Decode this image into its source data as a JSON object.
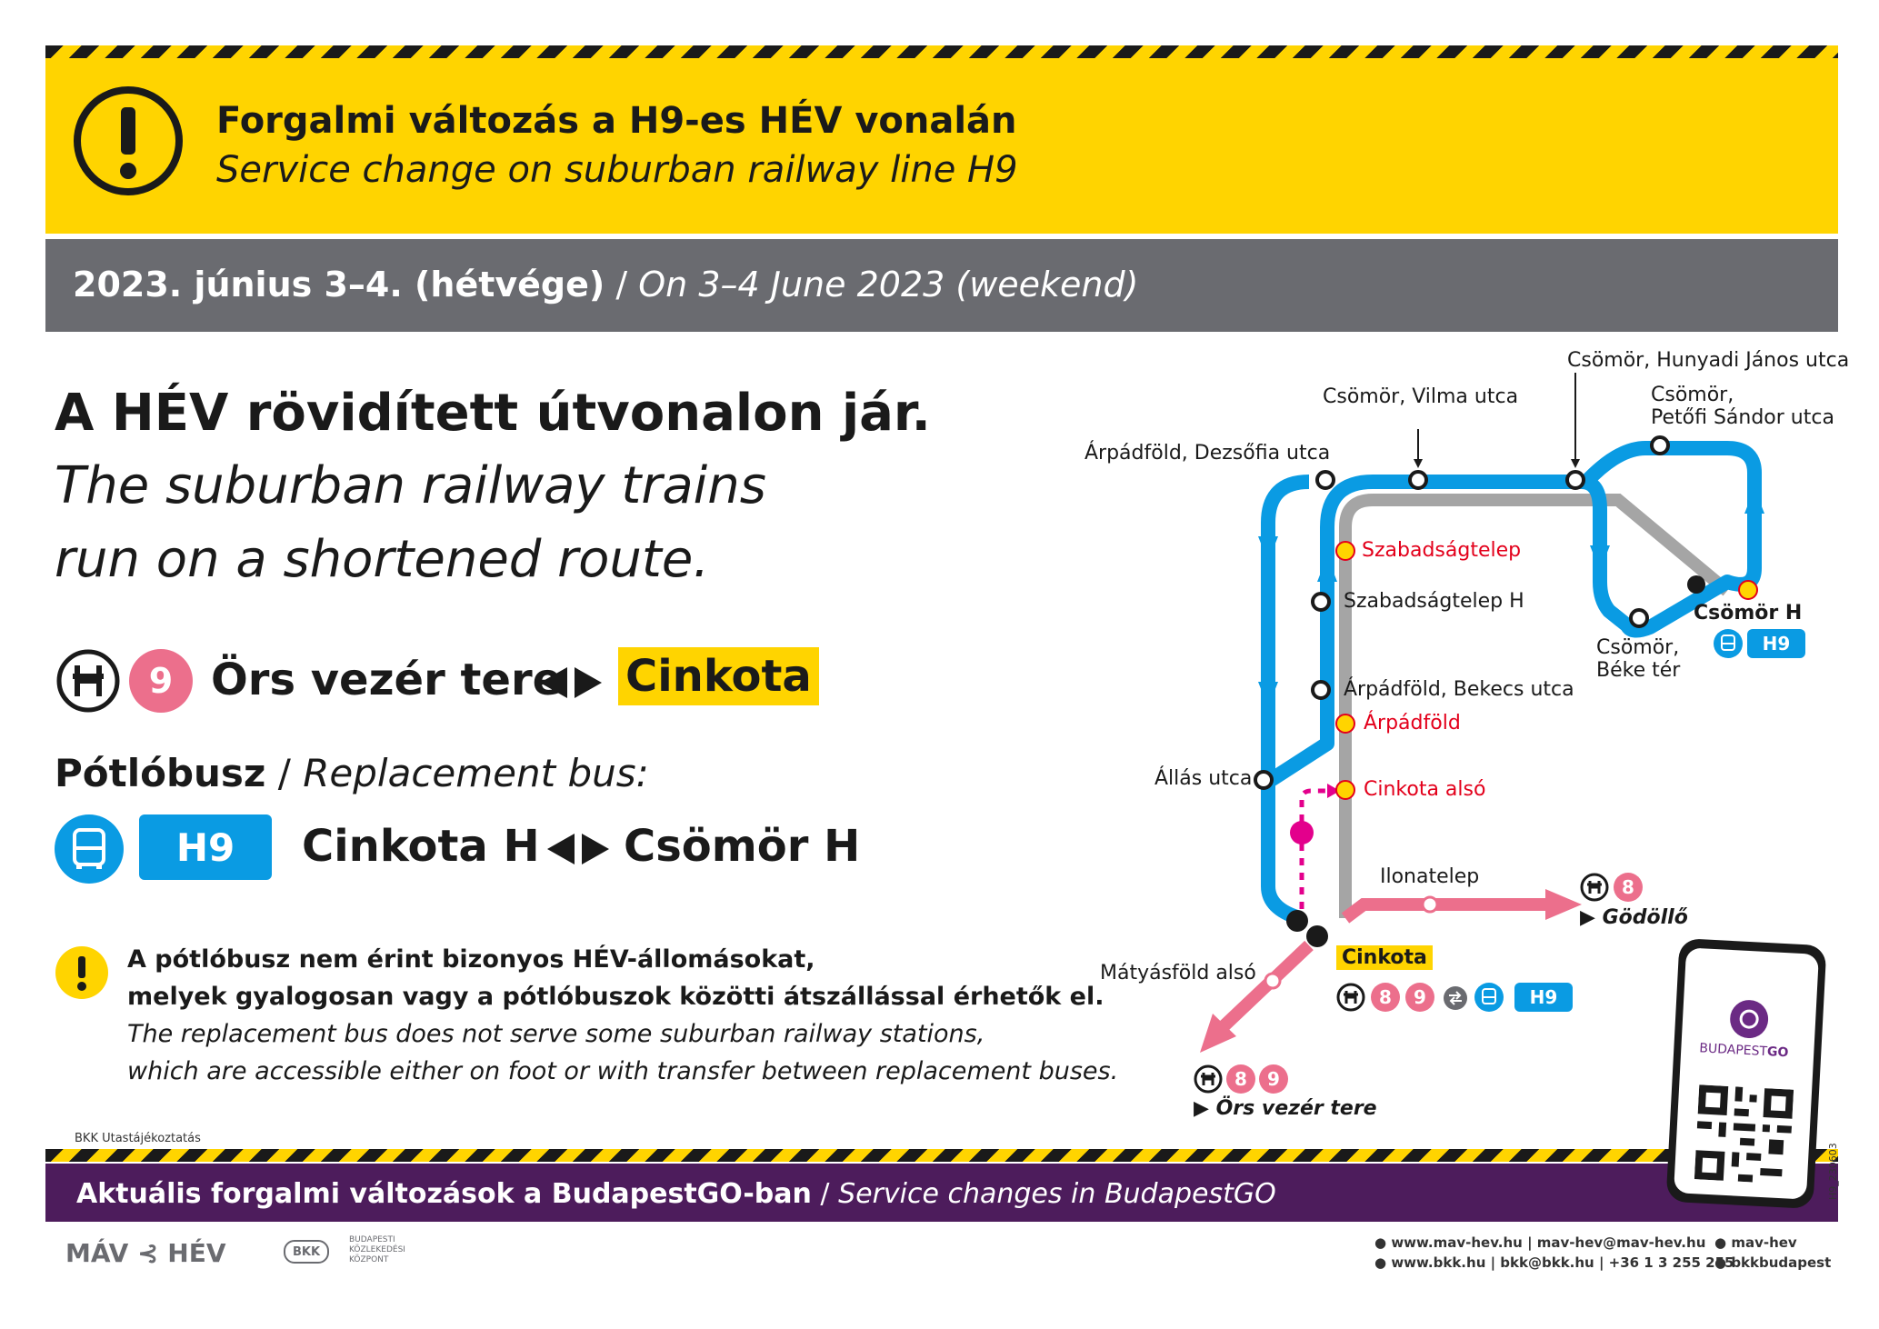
{
  "banner": {
    "title_hu": "Forgalmi változás a H9-es HÉV vonalán",
    "title_en": "Service change on suburban railway line H9"
  },
  "date": {
    "hu": "2023. június 3–4. (hétvége)",
    "separator": " / ",
    "en": "On 3–4 June 2023 (weekend)"
  },
  "headline": {
    "hu": "A HÉV rövidített útvonalon jár.",
    "en_line1": "The suburban railway trains",
    "en_line2": "run on a shortened route."
  },
  "hev_route": {
    "badge": "9",
    "from": "Örs vezér tere",
    "to": "Cinkota"
  },
  "replacement": {
    "label_hu": "Pótlóbusz",
    "separator": " / ",
    "label_en": "Replacement bus:",
    "line": "H9",
    "from": "Cinkota H",
    "to": "Csömör H"
  },
  "note": {
    "hu_line1": "A pótlóbusz nem érint bizonyos HÉV-állomásokat,",
    "hu_line2": "melyek gyalogosan vagy a pótlóbuszok közötti átszállással érhetők el.",
    "en_line1": "The replacement bus does not serve some suburban railway stations,",
    "en_line2": "which are accessible either on foot or with transfer between replacement buses."
  },
  "map": {
    "stops": {
      "hunyadi": "Csömör, Hunyadi János utca",
      "vilma": "Csömör, Vilma utca",
      "petofi_1": "Csömör,",
      "petofi_2": "Petőfi Sándor utca",
      "dezsofia": "Árpádföld, Dezsőfia utca",
      "szabadsagtelep": "Szabadságtelep",
      "szabadsagtelep_h": "Szabadságtelep H",
      "csomor_h": "Csömör H",
      "bus_line": "H9",
      "beke_1": "Csömör,",
      "beke_2": "Béke tér",
      "bekecs": "Árpádföld, Bekecs utca",
      "arpadfold": "Árpádföld",
      "allas": "Állás utca",
      "cinkota_also": "Cinkota alsó",
      "ilonatelep": "Ilonatelep",
      "matyasfold": "Mátyásföld alsó",
      "cinkota": "Cinkota",
      "godollo": "▶ Gödöllő",
      "ors": "▶ Örs vezér tere",
      "cinkota_lines": [
        "8",
        "9"
      ],
      "godollo_line": "8",
      "ors_lines": [
        "8",
        "9"
      ]
    },
    "colors": {
      "bus": "#0a9be3",
      "hev": "#ec6f8c",
      "closed": "#a5a5a5",
      "walk": "#e3008c",
      "highlight": "#ffd400"
    }
  },
  "phone": {
    "brand_a": "BUDAPEST",
    "brand_b": "GO"
  },
  "credit": "BKK Utastájékoztatás",
  "footer_band": {
    "hu": "Aktuális forgalmi változások a BudapestGO-ban",
    "separator": " / ",
    "en": "Service changes in BudapestGO"
  },
  "logos": {
    "mav_hev": "MÁV ⊰ HÉV",
    "bkk": "BKK",
    "bkk_name_1": "BUDAPESTI",
    "bkk_name_2": "KÖZLEKEDÉSI",
    "bkk_name_3": "KÖZPONT"
  },
  "contacts": {
    "line1": "www.mav-hev.hu | mav-hev@mav-hev.hu",
    "line2": "www.bkk.hu | bkk@bkk.hu | +36 1 3 255 255",
    "social1": "mav-hev",
    "social2": "bkkbudapest"
  },
  "doc_code": "H9_230603"
}
